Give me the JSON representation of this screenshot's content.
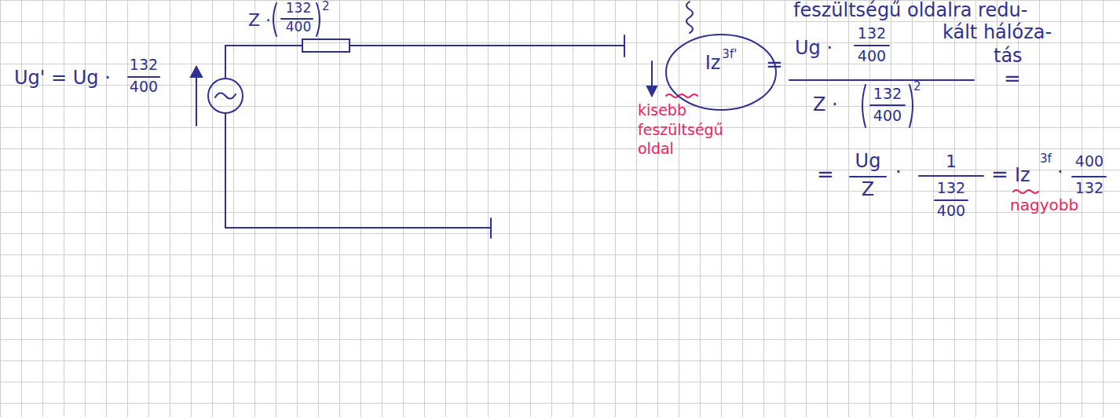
{
  "diagram": {
    "nodes": [
      {
        "text": [
          "Iz",
          "3f'"
        ]
      }
    ],
    "labels": [
      "feszültségű oldalra redu-",
      "kált hálóza-",
      "tás",
      "Z ·",
      "132",
      "400",
      "2",
      "Ug' = Ug ·",
      "132",
      "400",
      "kisebb feszültségű oldal",
      "=",
      "Ug ·",
      "132",
      "400",
      "Z ·",
      "132",
      "400",
      "2",
      "=",
      "=",
      "Ug",
      "Z",
      "·",
      "1",
      "132",
      "400",
      "=",
      "Iz",
      "3f",
      "·",
      "400",
      "132",
      "nagyobb"
    ]
  }
}
